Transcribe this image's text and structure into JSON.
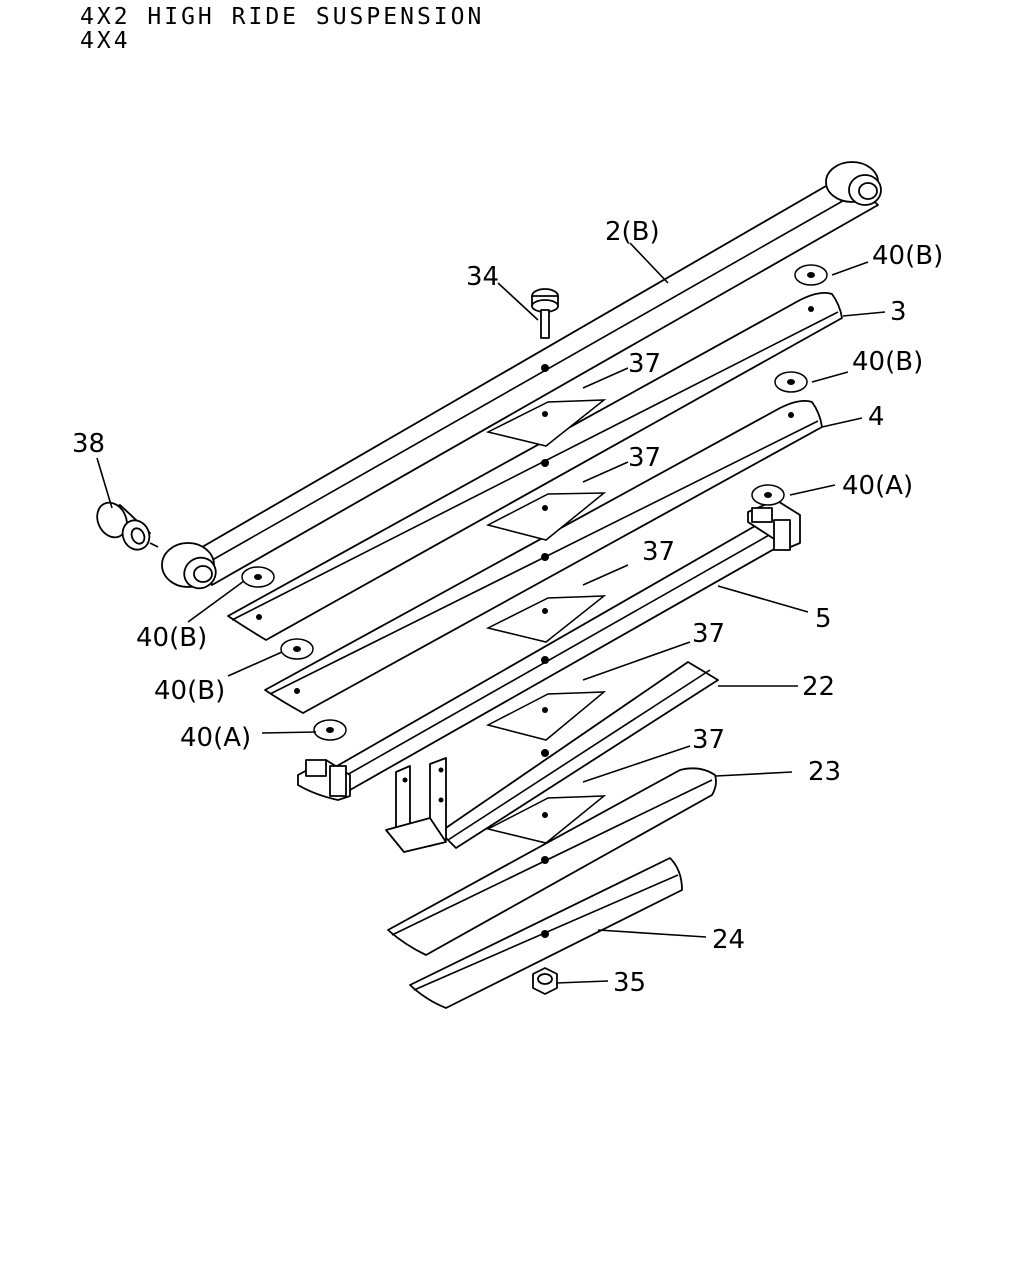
{
  "heading": {
    "line1": "4X2 HIGH RIDE SUSPENSION",
    "line2": "4X4"
  },
  "callouts": {
    "c_2b": "2(B)",
    "c_34": "34",
    "c_40b_1": "40(B)",
    "c_3": "3",
    "c_37_1": "37",
    "c_40b_2": "40(B)",
    "c_4": "4",
    "c_38": "38",
    "c_37_2": "37",
    "c_40a_1": "40(A)",
    "c_37_3": "37",
    "c_5": "5",
    "c_40b_3": "40(B)",
    "c_37_4": "37",
    "c_22": "22",
    "c_40b_4": "40(B)",
    "c_40a_2": "40(A)",
    "c_37_5": "37",
    "c_23": "23",
    "c_24": "24",
    "c_35": "35"
  },
  "colors": {
    "line": "#000000",
    "background": "#ffffff"
  }
}
